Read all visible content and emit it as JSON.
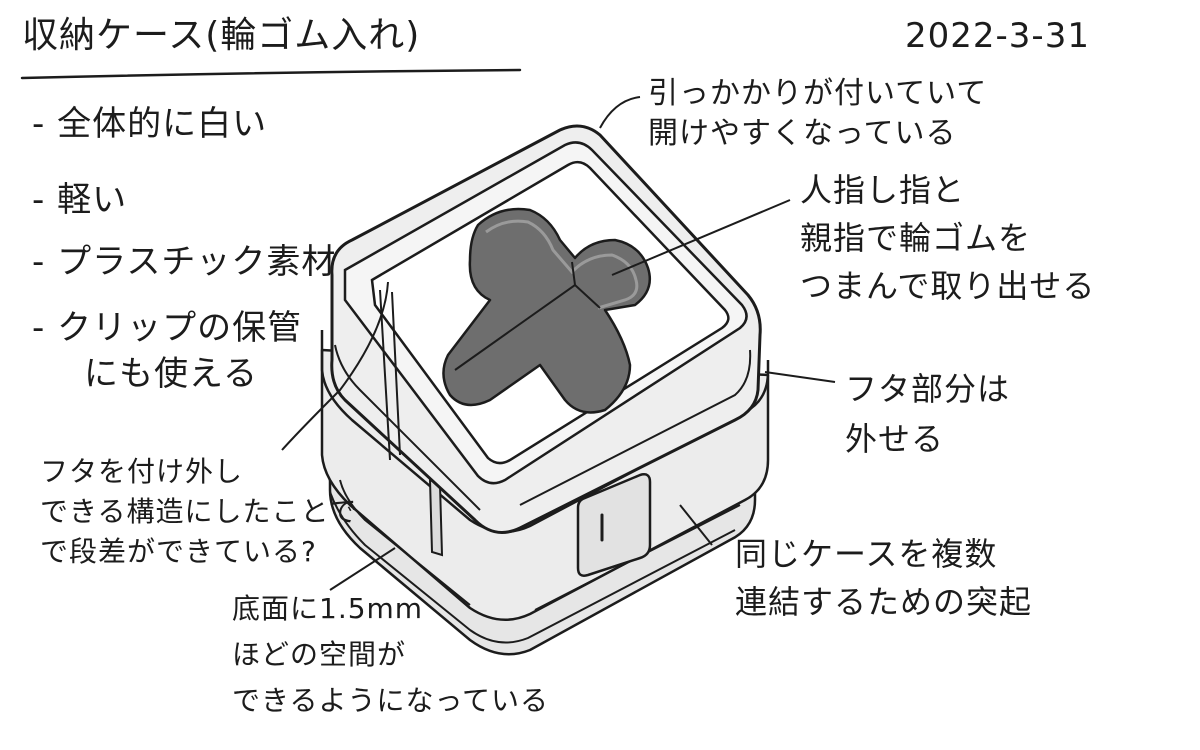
{
  "title": "収納ケース(輪ゴム入れ)",
  "date": "2022-3-31",
  "bullets": [
    "- 全体的に白い",
    "- 軽い",
    "- プラスチック素材",
    "- クリップの保管",
    "にも使える"
  ],
  "annotations": {
    "hook": [
      "引っかかりが付いていて",
      "開けやすくなっている"
    ],
    "pinch": [
      "人指し指と",
      "親指で輪ゴムを",
      "つまんで取り出せる"
    ],
    "lid": [
      "フタ部分は",
      "外せる"
    ],
    "step": [
      "フタを付け外し",
      "できる構造にしたことで",
      "で段差ができている?"
    ],
    "connect": [
      "同じケースを複数",
      "連結するための突起"
    ],
    "bottom": [
      "底面に1.5mm",
      "ほどの空間が",
      "できるようになっている"
    ]
  },
  "colors": {
    "ink": "#1c1c1c",
    "case_fill": "#eaeaea",
    "case_light": "#f4f4f4",
    "recess": "#ffffff",
    "cross_fill": "#6e6e6e",
    "cross_highlight": "#8a8a8a"
  }
}
